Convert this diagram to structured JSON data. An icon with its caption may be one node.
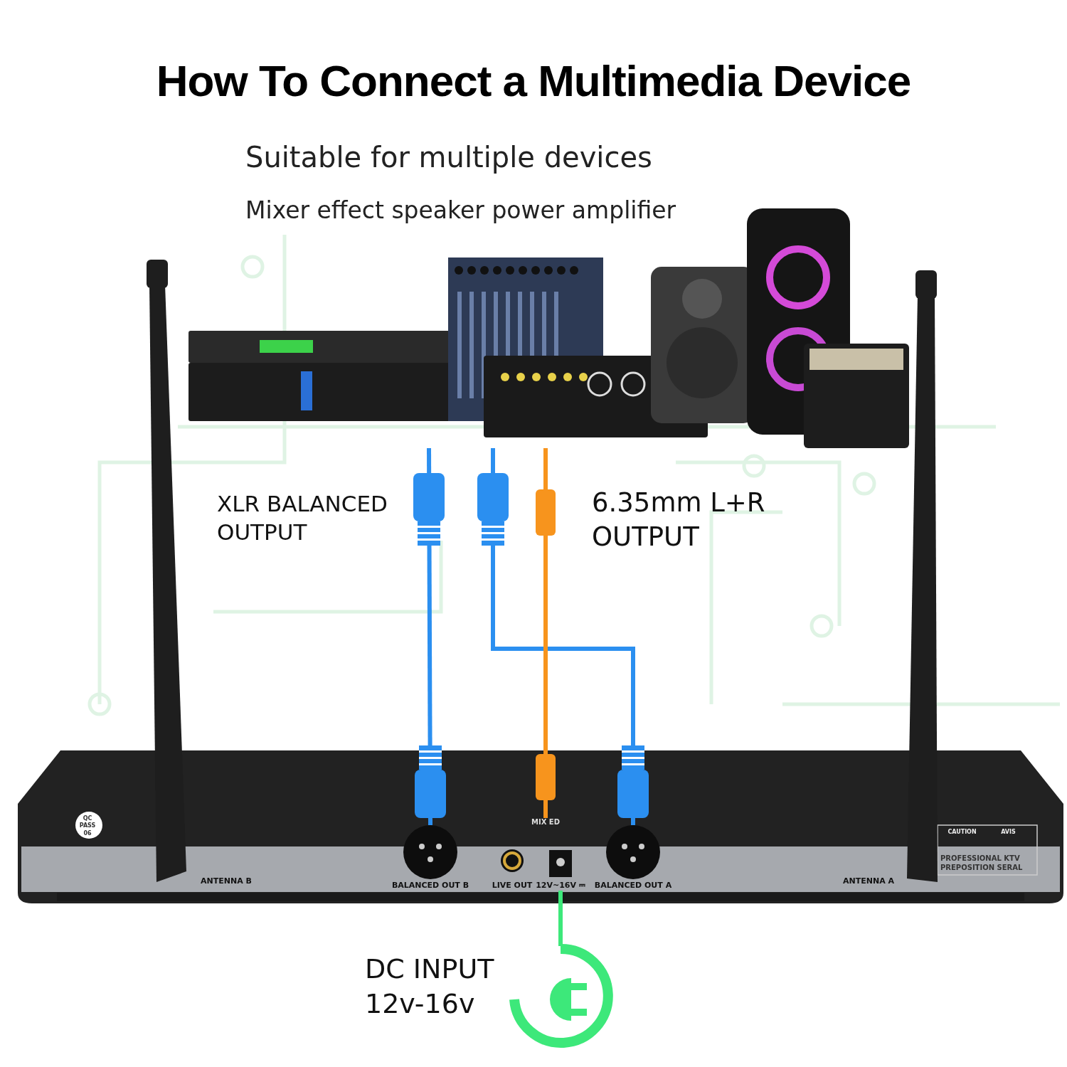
{
  "diagram": {
    "title": "How To Connect a Multimedia Device",
    "nodes": [
      {
        "text": [],
        "shape": "picture"
      },
      {
        "text": [],
        "shape": "picture"
      },
      {
        "text": [
          "BALANCED OUT B"
        ],
        "in": 1
      },
      {
        "text": [
          "LIVE OUT"
        ],
        "in": 1
      },
      {
        "text": [
          "MIX ED"
        ],
        "in": 1
      },
      {
        "text": [
          "12V~16V ⎓"
        ],
        "in": 1
      },
      {
        "text": [
          "BALANCED OUT A"
        ],
        "in": 1
      },
      {
        "text": [],
        "shape": "picture",
        "beside": [
          "DC INPUT 12v-16v"
        ]
      }
    ],
    "edges": [
      {
        "from": 0,
        "to": 2,
        "arrow": "none"
      },
      {
        "from": 0,
        "to": 6,
        "arrow": "none"
      },
      {
        "from": 0,
        "to": 4,
        "arrow": "none",
        "color": "#f7941d"
      },
      {
        "from": 5,
        "to": 7,
        "arrow": "none",
        "color": "#3de87a"
      }
    ],
    "labels": [
      "Suitable for multiple devices",
      "Mixer effect speaker power amplifier",
      "XLR BALANCED OUTPUT",
      "6.35mm L+R OUTPUT",
      "QC PASS 06",
      "ANTENNA B",
      "CAUTION",
      "AVIS",
      "PROFESSIONAL KTV PREPOSITION SERAL",
      "ANTENNA A"
    ]
  }
}
